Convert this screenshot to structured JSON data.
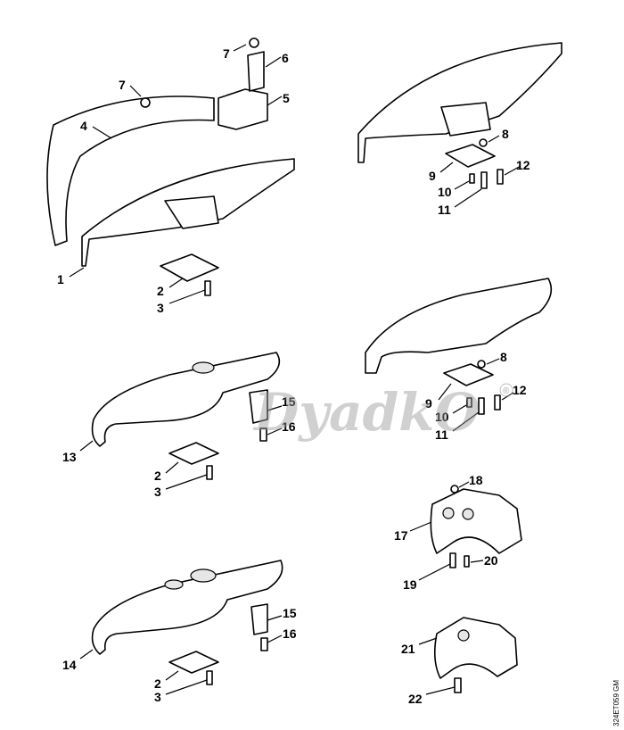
{
  "watermark": {
    "text": "DyadkO",
    "mark": "®"
  },
  "drawing_code": "324ET059 GM",
  "labels": {
    "g1": {
      "a": "7",
      "b": "6",
      "c": "7",
      "d": "5",
      "e": "4",
      "f": "1",
      "g": "2",
      "h": "3"
    },
    "g2": {
      "a": "8",
      "b": "9",
      "c": "12",
      "d": "10",
      "e": "11"
    },
    "g3": {
      "a": "8",
      "b": "9",
      "c": "12",
      "d": "10",
      "e": "11"
    },
    "g4": {
      "a": "15",
      "b": "16",
      "c": "13",
      "d": "2",
      "e": "3"
    },
    "g5": {
      "a": "18",
      "b": "17",
      "c": "20",
      "d": "19"
    },
    "g6": {
      "a": "15",
      "b": "16",
      "c": "14",
      "d": "2",
      "e": "3"
    },
    "g7": {
      "a": "21",
      "b": "22"
    }
  }
}
